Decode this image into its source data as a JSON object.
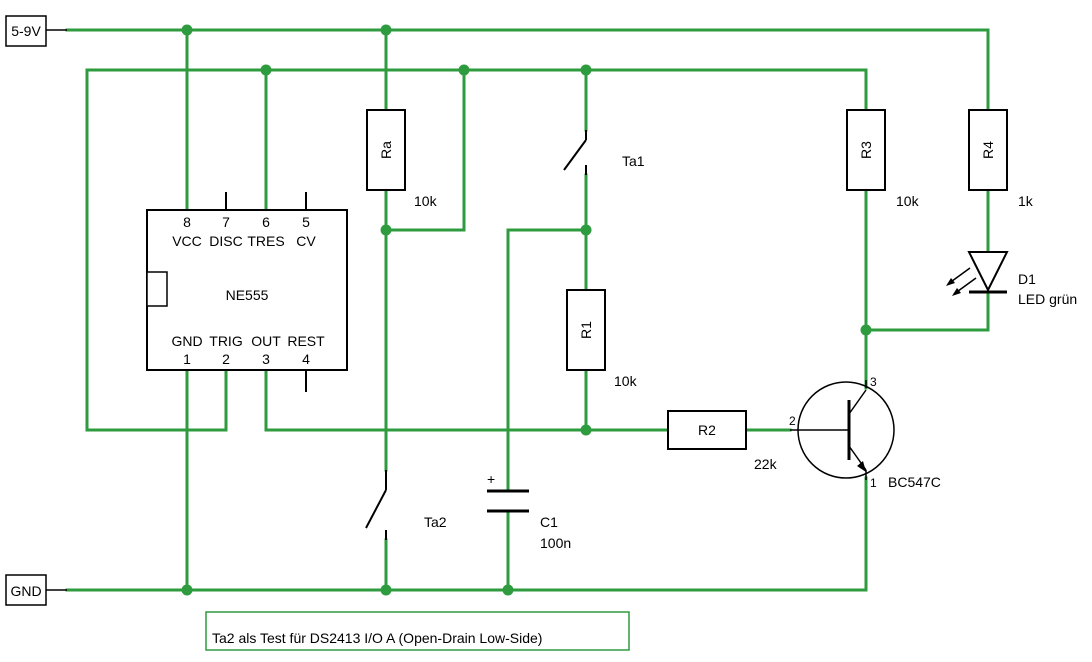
{
  "supply": {
    "vcc_label": "5-9V",
    "gnd_label": "GND"
  },
  "ic": {
    "name": "NE555",
    "top_pins": [
      {
        "num": "8",
        "label": "VCC"
      },
      {
        "num": "7",
        "label": "DISC"
      },
      {
        "num": "6",
        "label": "TRES"
      },
      {
        "num": "5",
        "label": "CV"
      }
    ],
    "bottom_pins": [
      {
        "num": "1",
        "label": "GND"
      },
      {
        "num": "2",
        "label": "TRIG"
      },
      {
        "num": "3",
        "label": "OUT"
      },
      {
        "num": "4",
        "label": "REST"
      }
    ]
  },
  "components": {
    "ra": {
      "name": "Ra",
      "value": "10k"
    },
    "r1": {
      "name": "R1",
      "value": "10k"
    },
    "r2": {
      "name": "R2",
      "value": "22k"
    },
    "r3": {
      "name": "R3",
      "value": "10k"
    },
    "r4": {
      "name": "R4",
      "value": "1k"
    },
    "d1": {
      "name": "D1",
      "value": "LED grün"
    },
    "c1": {
      "name": "C1",
      "value": "100n",
      "polarity": "+"
    },
    "ta1": {
      "name": "Ta1"
    },
    "ta2": {
      "name": "Ta2"
    },
    "q1": {
      "name": "BC547C",
      "pin_base": "2",
      "pin_collector": "3",
      "pin_emitter": "1"
    }
  },
  "note": "Ta2 als Test für DS2413 I/O A (Open-Drain Low-Side)",
  "colors": {
    "wire": "#2e9b3e",
    "component": "#000000"
  }
}
